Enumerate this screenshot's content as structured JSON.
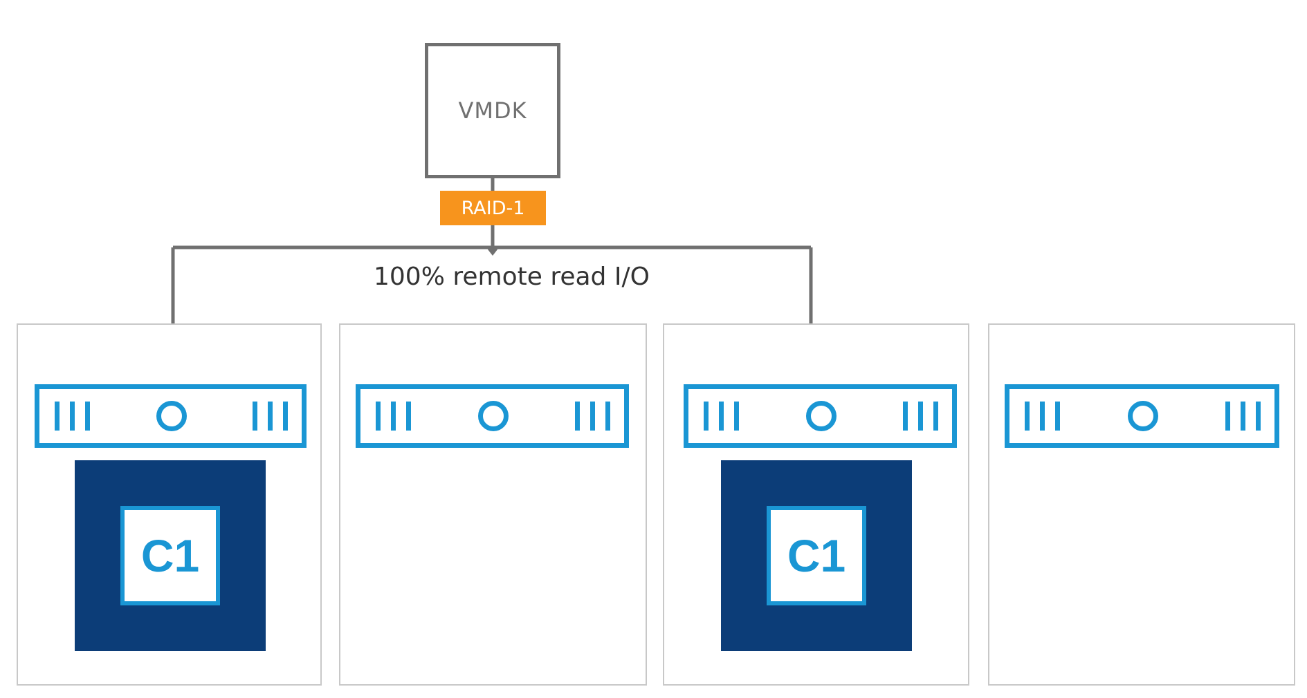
{
  "vmdk": {
    "label": "VMDK"
  },
  "raid": {
    "label": "RAID-1"
  },
  "io_label": "100% remote read I/O",
  "hosts": [
    {
      "component": "C1"
    },
    {
      "component": ""
    },
    {
      "component": "C1"
    },
    {
      "component": ""
    }
  ],
  "colors": {
    "line": "#707070",
    "raid": "#f7941d",
    "drive": "#1a96d4",
    "component_bg": "#0c3d78",
    "host_border": "#c8c8c8"
  }
}
